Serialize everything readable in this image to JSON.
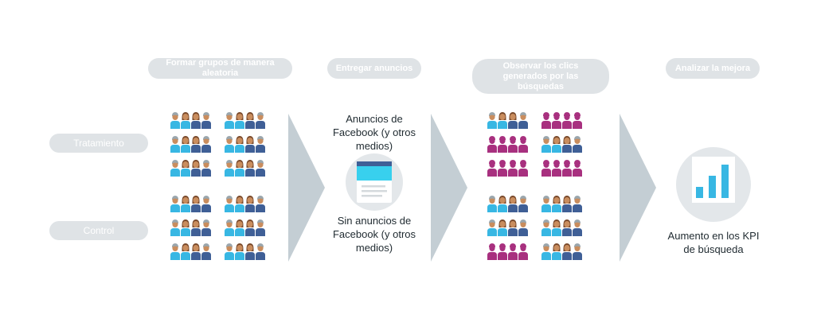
{
  "steps": [
    {
      "label": "Formar grupos de manera aleatoria"
    },
    {
      "label": "Entregar anuncios"
    },
    {
      "label": "Observar los clics generados por las búsquedas"
    },
    {
      "label": "Analizar la mejora"
    }
  ],
  "groups": {
    "treatment": "Tratamiento",
    "control": "Control"
  },
  "ads": {
    "with": "Anuncios de Facebook (y otros medios)",
    "without": "Sin anuncios de Facebook (y otros medios)"
  },
  "result": {
    "label": "Aumento en los KPI de búsqueda"
  },
  "colors": {
    "pill_bg": "#dfe3e6",
    "arrow": "#c4ced4",
    "person_blue": "#38b7e3",
    "person_navy": "#3f5f96",
    "person_magenta": "#a8307f",
    "skin": "#c98d5e",
    "hair_gray": "#9aa6ad",
    "hair_dark": "#7a4a2c"
  },
  "icons": {
    "ad_icon": "ad-card-icon",
    "kpi_icon": "bar-chart-icon",
    "person_icon": "person-icon"
  }
}
